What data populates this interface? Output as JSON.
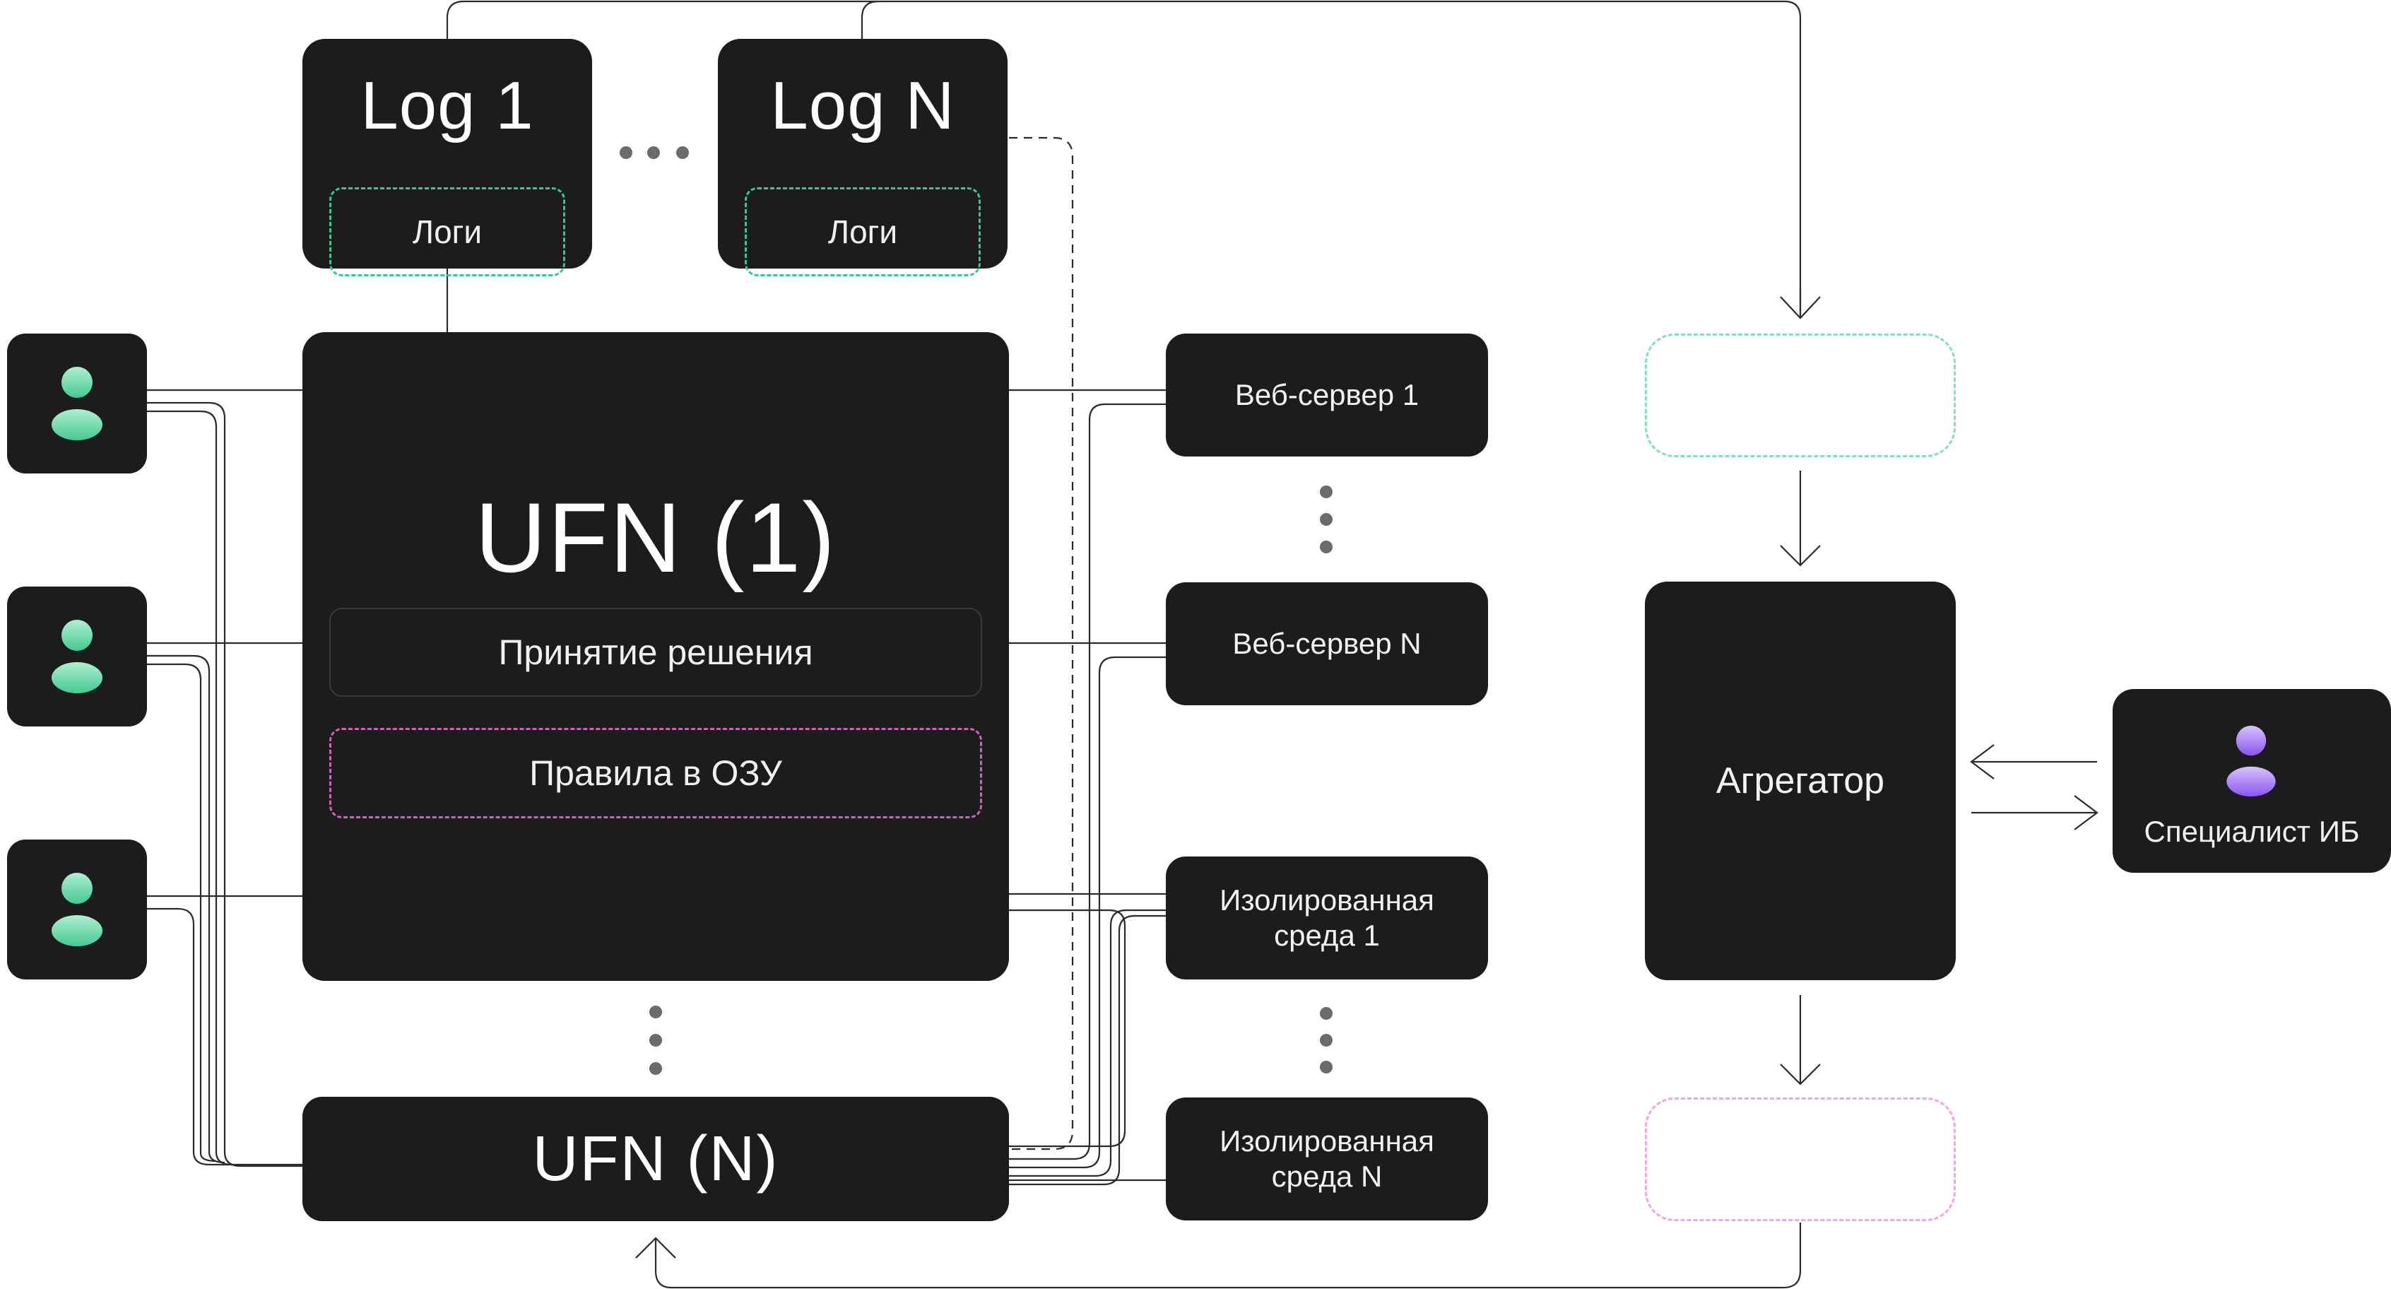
{
  "logs": [
    {
      "title": "Log 1",
      "inner": "Логи"
    },
    {
      "title": "Log N",
      "inner": "Логи"
    }
  ],
  "ufn_main": {
    "title": "UFN (1)",
    "decision": "Принятие решения",
    "rules": "Правила в ОЗУ"
  },
  "ufn_n": {
    "title": "UFN (N)"
  },
  "servers": [
    "Веб-сервер 1",
    "Веб-сервер N",
    "Изолированная\nсреда 1",
    "Изолированная\nсреда N"
  ],
  "aggregator": "Агрегатор",
  "specialist": "Специалист ИБ",
  "colors": {
    "box": "#1c1c1c",
    "logs_accent": "#35c79a",
    "rules_accent": "#d062b8",
    "user_icon": "#7fe0b5",
    "specialist_icon": "#a57ff0",
    "line": "#2b2b2b",
    "dots": "#6b6b6b"
  }
}
